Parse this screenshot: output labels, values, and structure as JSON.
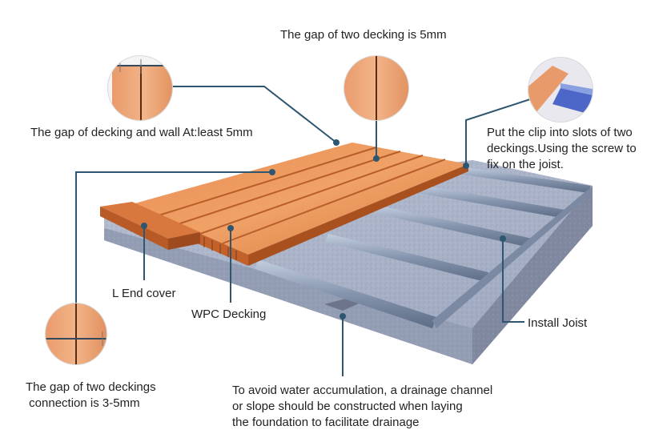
{
  "labels": {
    "gap_two_decking": "The gap of two decking is 5mm",
    "gap_wall": "The gap of decking and wall At:least 5mm",
    "clip": "Put the clip into slots of two\ndeckings.Using the screw to\nfix on the joist.",
    "l_end_cover": "L End cover",
    "wpc_decking": "WPC Decking",
    "install_joist": "Install Joist",
    "gap_connection": "The gap of two deckings\n connection is 3-5mm",
    "drainage": "To avoid water accumulation, a drainage channel\nor slope should be constructed when laying\nthe foundation to facilitate drainage"
  },
  "colors": {
    "leader_line": "#2e5670",
    "wood_light": "#e9905a",
    "wood_dark": "#c96a34",
    "concrete": "#a9b2c6",
    "joist": "#8f9db4"
  }
}
